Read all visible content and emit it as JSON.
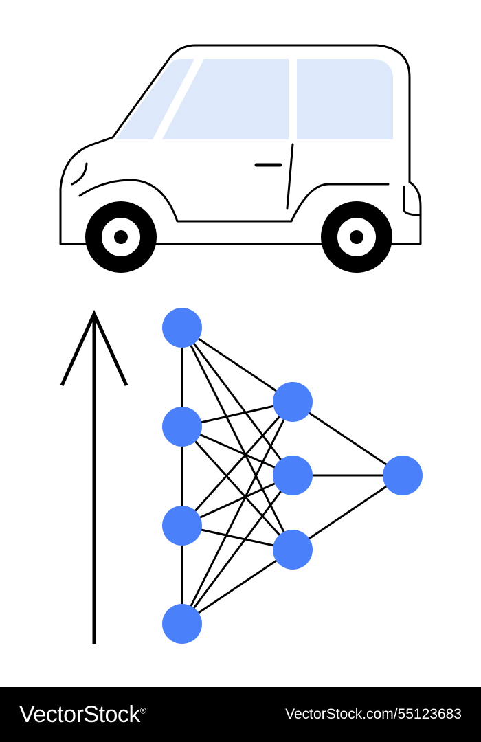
{
  "colors": {
    "background": "#ffffff",
    "stroke": "#000000",
    "window_fill": "#dde8fb",
    "node_fill": "#4a80fa",
    "footer_background": "#000000",
    "footer_text": "#ffffff"
  },
  "illustration": {
    "car": {
      "icon": "car-icon"
    },
    "arrow": {
      "icon": "arrow-up-icon"
    },
    "network": {
      "icon": "neural-network-icon",
      "layers": [
        {
          "name": "input",
          "node_count": 4
        },
        {
          "name": "hidden",
          "node_count": 3
        },
        {
          "name": "output",
          "node_count": 1
        }
      ]
    }
  },
  "footer": {
    "logo": "VectorStock",
    "logo_mark": "®",
    "image_id": "VectorStock.com/55123683"
  }
}
